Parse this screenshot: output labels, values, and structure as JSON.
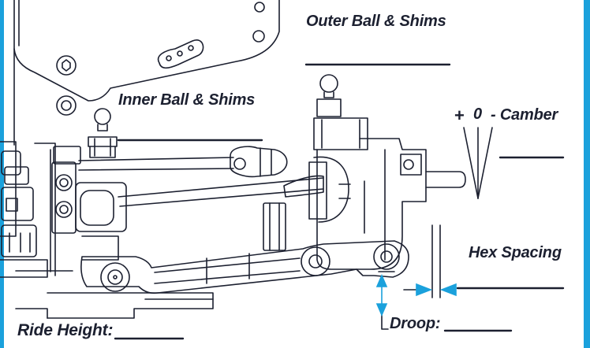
{
  "labels": {
    "outer_ball": "Outer Ball & Shims",
    "inner_ball": "Inner Ball & Shims",
    "plus": "+",
    "zero": "0",
    "camber": "- Camber",
    "hex_spacing": "Hex Spacing",
    "droop": "Droop:",
    "ride_height": "Ride Height:"
  },
  "colors": {
    "frame": "#1ba1dc",
    "arrow": "#1ba1dc",
    "line": "#1c2030"
  }
}
